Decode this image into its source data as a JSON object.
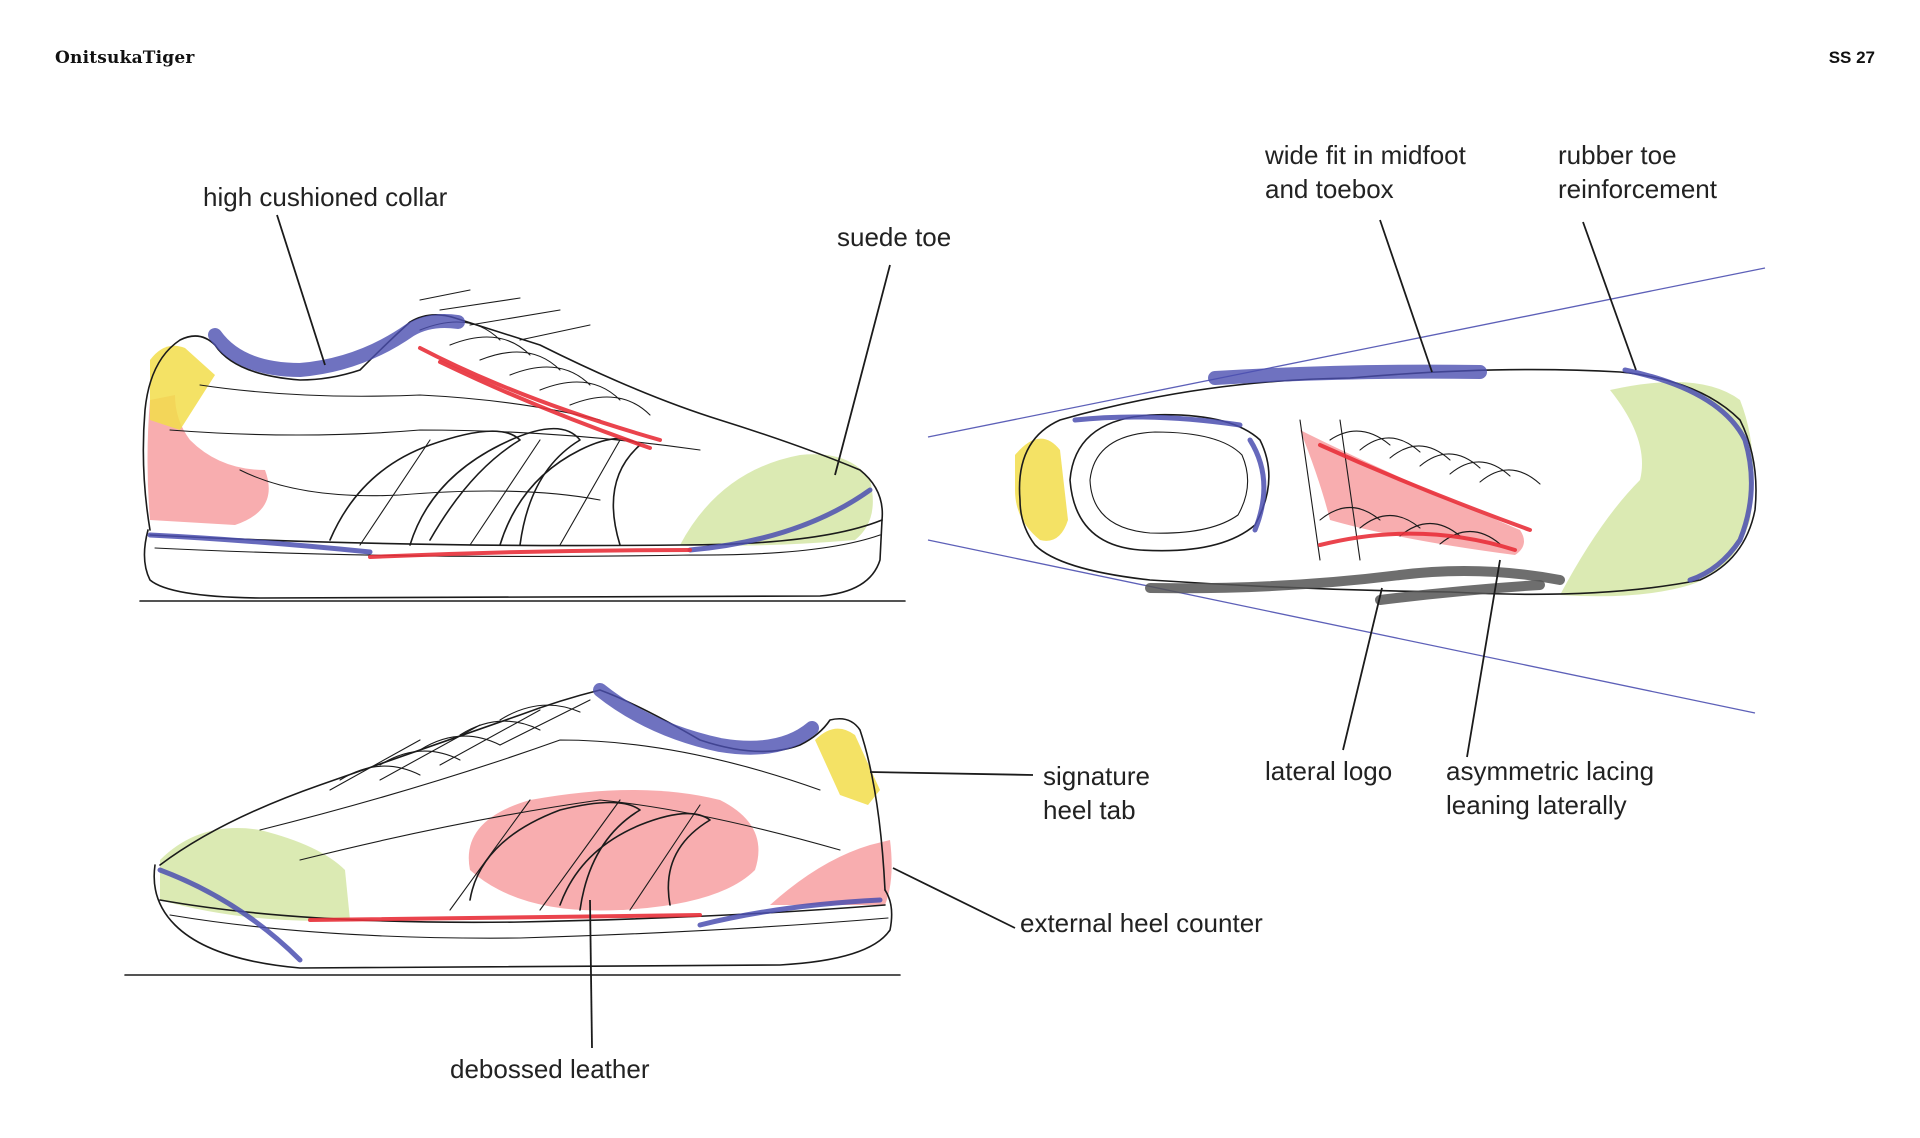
{
  "header": {
    "brand": "OnitsukaTiger",
    "season": "SS 27"
  },
  "colors": {
    "collar_blue": "#4b4fb0",
    "lace_red": "#e8303a",
    "debossed_red": "#f26a6e",
    "toe_green": "#cfe39a",
    "heel_tab_yellow": "#f2dd4a",
    "lateral_logo_grey": "#555555"
  },
  "sketches": {
    "lateral_view": {
      "callouts": {
        "collar": "high cushioned collar",
        "toe": "suede toe"
      }
    },
    "medial_view": {
      "callouts": {
        "heel_tab_line1": "signature",
        "heel_tab_line2": "heel tab",
        "heel_counter": "external heel counter",
        "leather": "debossed leather"
      }
    },
    "top_view": {
      "callouts": {
        "fit_line1": "wide fit in midfoot",
        "fit_line2": "and toebox",
        "toe_line1": "rubber toe",
        "toe_line2": "reinforcement",
        "logo": "lateral logo",
        "lacing_line1": "asymmetric lacing",
        "lacing_line2": "leaning laterally"
      }
    }
  }
}
